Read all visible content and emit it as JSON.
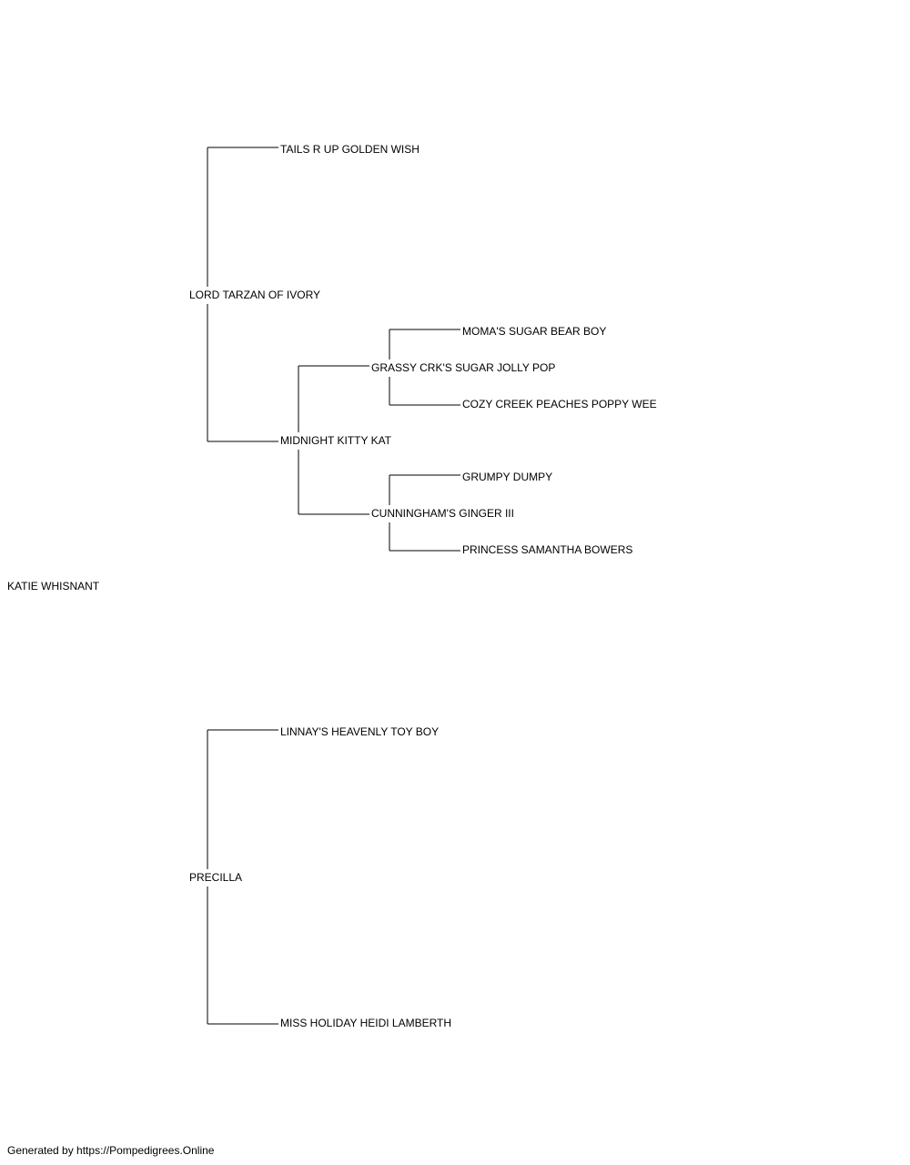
{
  "pedigree": {
    "subject": "KATIE WHISNANT",
    "sire": "LORD TARZAN OF IVORY",
    "dam": "PRECILLA",
    "sire_sire": "TAILS R UP GOLDEN WISH",
    "sire_dam": "MIDNIGHT KITTY KAT",
    "dam_sire": "LINNAY'S HEAVENLY TOY BOY",
    "dam_dam": "MISS HOLIDAY HEIDI LAMBERTH",
    "sire_dam_sire": "GRASSY CRK'S SUGAR JOLLY POP",
    "sire_dam_dam": "CUNNINGHAM'S GINGER III",
    "sire_dam_sire_sire": "MOMA'S SUGAR BEAR BOY",
    "sire_dam_sire_dam": "COZY CREEK PEACHES POPPY WEE",
    "sire_dam_dam_sire": "GRUMPY DUMPY",
    "sire_dam_dam_dam": "PRINCESS SAMANTHA BOWERS"
  },
  "footer": {
    "text": "Generated by https://Pompedigrees.Online"
  }
}
